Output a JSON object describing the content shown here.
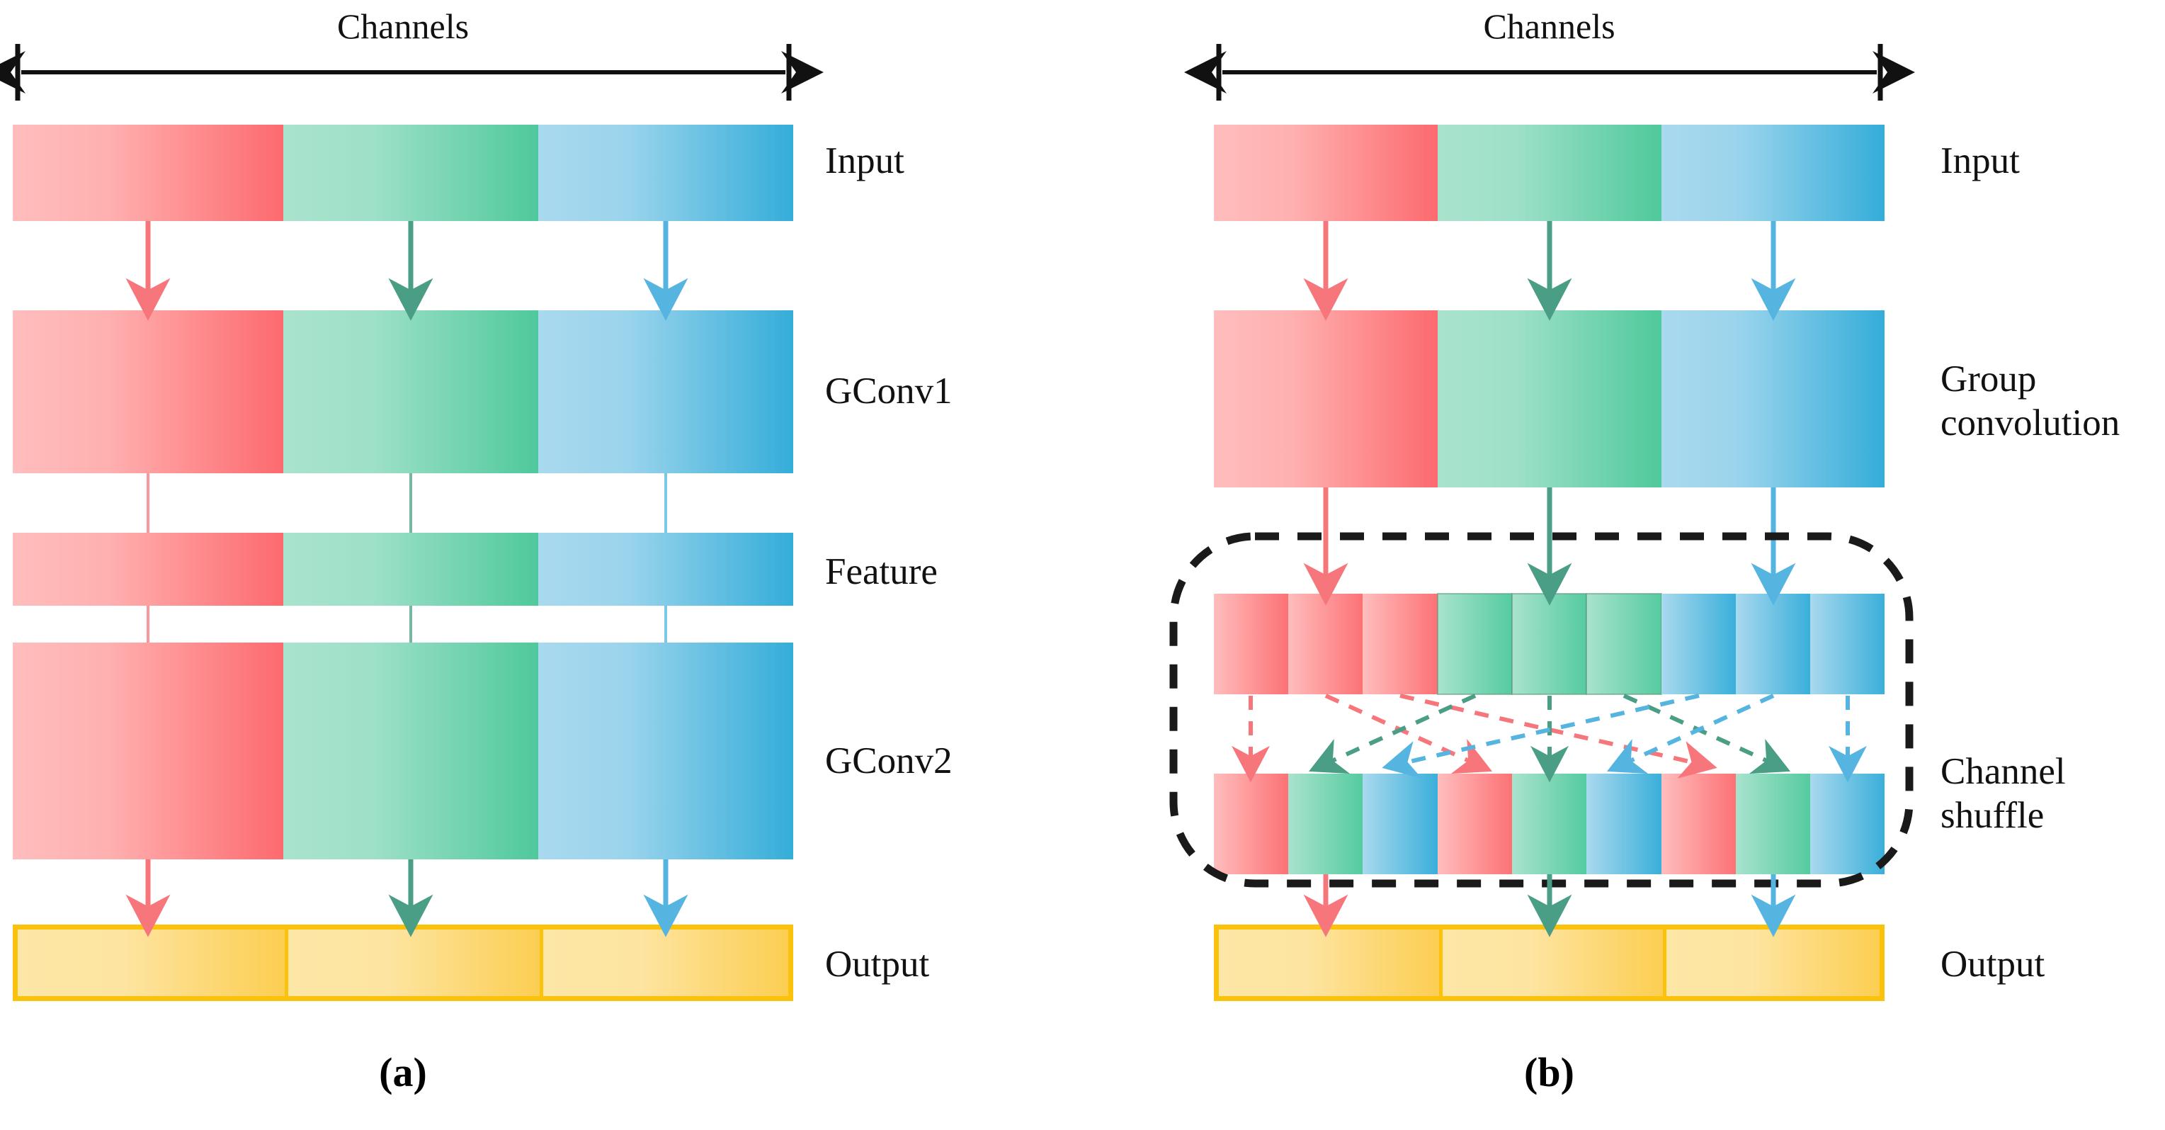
{
  "figure": {
    "type": "diagram",
    "subject": "Group convolution and channel shuffle schematic",
    "panels": [
      {
        "id": "a",
        "caption": "(a)",
        "axis_label": "Channels",
        "rows": [
          {
            "name": "input",
            "label": "Input",
            "segments": 3,
            "colors": [
              "red",
              "green",
              "blue"
            ],
            "style": "plain"
          },
          {
            "name": "gconv1",
            "label": "GConv1",
            "segments": 3,
            "colors": [
              "red",
              "green",
              "blue"
            ],
            "style": "plain"
          },
          {
            "name": "feature",
            "label": "Feature",
            "segments": 3,
            "colors": [
              "red",
              "green",
              "blue"
            ],
            "style": "plain"
          },
          {
            "name": "gconv2",
            "label": "GConv2",
            "segments": 3,
            "colors": [
              "red",
              "green",
              "blue"
            ],
            "style": "plain"
          },
          {
            "name": "output",
            "label": "Output",
            "segments": 3,
            "colors": [
              "yellow",
              "yellow",
              "yellow"
            ],
            "style": "outlined"
          }
        ],
        "arrow_colors": [
          "red",
          "green",
          "blue"
        ]
      },
      {
        "id": "b",
        "caption": "(b)",
        "axis_label": "Channels",
        "dashed_box_label": "Channel shuffle",
        "rows": [
          {
            "name": "input",
            "label": "Input",
            "segments": 3,
            "colors": [
              "red",
              "green",
              "blue"
            ],
            "style": "plain"
          },
          {
            "name": "gconv",
            "label": "Group\nconvolution",
            "segments": 3,
            "colors": [
              "red",
              "green",
              "blue"
            ],
            "style": "plain"
          },
          {
            "name": "shuffle_in",
            "label": "",
            "segments": 9,
            "colors": [
              "red",
              "red",
              "red",
              "green",
              "green",
              "green",
              "blue",
              "blue",
              "blue"
            ],
            "style": "sub-segmented"
          },
          {
            "name": "shuffle_out",
            "label": "Channel\nshuffle",
            "segments": 9,
            "colors": [
              "red",
              "green",
              "blue",
              "red",
              "green",
              "blue",
              "red",
              "green",
              "blue"
            ],
            "style": "shuffled"
          },
          {
            "name": "output",
            "label": "Output",
            "segments": 3,
            "colors": [
              "yellow",
              "yellow",
              "yellow"
            ],
            "style": "outlined"
          }
        ],
        "shuffle_mapping": [
          {
            "from": 0,
            "to": 0,
            "color": "red"
          },
          {
            "from": 1,
            "to": 3,
            "color": "red"
          },
          {
            "from": 2,
            "to": 6,
            "color": "red"
          },
          {
            "from": 3,
            "to": 1,
            "color": "green"
          },
          {
            "from": 4,
            "to": 4,
            "color": "green"
          },
          {
            "from": 5,
            "to": 7,
            "color": "green"
          },
          {
            "from": 6,
            "to": 2,
            "color": "blue"
          },
          {
            "from": 7,
            "to": 5,
            "color": "blue"
          },
          {
            "from": 8,
            "to": 8,
            "color": "blue"
          }
        ]
      }
    ],
    "colors": {
      "red_light": "#FFBDBD",
      "red_dark": "#FC6A6E",
      "green_light": "#A9E3CD",
      "green_dark": "#4FC99C",
      "blue_light": "#A9D9EE",
      "blue_dark": "#34ADD9",
      "yellow_light": "#FDE7A6",
      "yellow_dark": "#FCCE52",
      "yellow_border": "#FAC20A",
      "arrow_red": "#F7767C",
      "arrow_green": "#4A9E85",
      "arrow_blue": "#55B5E0",
      "dashed_box": "#1A1A1A",
      "text": "#111111",
      "background": "#FFFFFF"
    }
  }
}
